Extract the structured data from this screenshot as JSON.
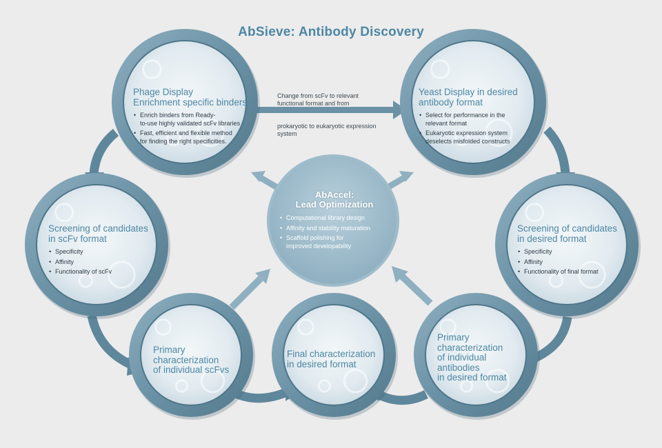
{
  "title": "AbSieve: Antibody Discovery",
  "colors": {
    "background": "#ececec",
    "ring_outer": "#5f879b",
    "ring_inner": "#9bb9c8",
    "disc": "#e7eef2",
    "center_disc": "#a9c3d0",
    "arrow": "#5f879b",
    "heading_text": "#4d87a4",
    "body_text": "#2f3b44"
  },
  "transition_note": {
    "lines": [
      "Change from scFv to relevant",
      "functional format and from",
      "prokaryotic to eukaryotic expression",
      "system"
    ]
  },
  "nodes": {
    "phage": {
      "heading": [
        "Phage Display",
        "Enrichment specific binders"
      ],
      "bullets": [
        [
          "Enrich binders from Ready-",
          "to-use highly validated scFv libraries"
        ],
        [
          "Fast, efficient and flexible method",
          "for finding the right specificities."
        ]
      ]
    },
    "yeast": {
      "heading": [
        "Yeast Display in desired",
        "antibody format"
      ],
      "bullets": [
        [
          "Select for performance in the",
          "relevant format"
        ],
        [
          "Eukaryotic expression system",
          "deselects misfolded constructs"
        ]
      ]
    },
    "screen_scfv": {
      "heading": [
        "Screening of candidates",
        "in scFv format"
      ],
      "bullets": [
        [
          "Specificity"
        ],
        [
          "Affinity"
        ],
        [
          "Functionality of scFv"
        ]
      ]
    },
    "screen_desired": {
      "heading": [
        "Screening of candidates",
        "in desired format"
      ],
      "bullets": [
        [
          "Specificity"
        ],
        [
          "Affinity"
        ],
        [
          "Functionality of final format"
        ]
      ]
    },
    "primary_scfv": {
      "heading": [
        "Primary",
        "characterization",
        "of individual scFvs"
      ],
      "bullets": []
    },
    "final": {
      "heading": [
        "Final characterization",
        "in desired format"
      ],
      "bullets": []
    },
    "primary_ab": {
      "heading": [
        "Primary",
        "characterization",
        "of individual",
        "antibodies",
        "in desired format"
      ],
      "bullets": []
    },
    "center": {
      "heading": [
        "AbAccel:",
        "Lead Optimization"
      ],
      "bullets": [
        [
          "Computational library design"
        ],
        [
          "Affinity and stability maturation"
        ],
        [
          "Scaffold polishing for",
          "improved developability"
        ]
      ]
    }
  }
}
